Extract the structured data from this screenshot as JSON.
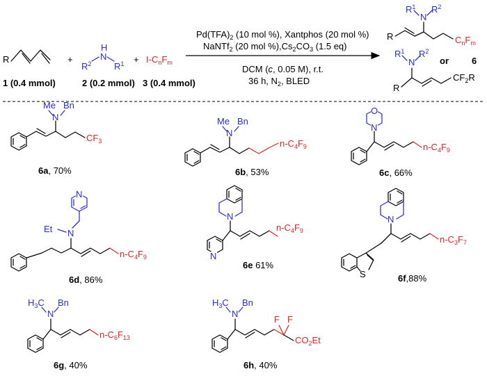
{
  "scheme": {
    "reactant1_label": "1 (0.4 mmol)",
    "reactant2_label": "2 (0.2 mmol)",
    "reactant3_label": "3 (0.4 mmol)",
    "reactant3_formula": "I-CnFm",
    "plus": "+",
    "or": "or",
    "product_number": "6",
    "conditions_line1": "Pd(TFA)2 (10 mol %), Xantphos (20 mol %)",
    "conditions_line2": "NaNTf2 (20 mol %),Cs2CO3 (1.5 eq)",
    "conditions_line3": "DCM (c, 0.05 M), r.t.",
    "conditions_line4": "36 h, N2, BLED",
    "r_label": "R",
    "r1": "R1",
    "r2": "R2",
    "cnfm": "CnFm",
    "cf2r": "CF2R"
  },
  "products": [
    {
      "id": "6a",
      "yield": ", 70%",
      "amine": "Me-N-Bn",
      "tail": "CF3"
    },
    {
      "id": "6b",
      "yield": ", 53%",
      "amine": "Me-N-Bn",
      "tail": "n-C4F9"
    },
    {
      "id": "6c",
      "yield": ", 66%",
      "amine": "morpholine",
      "tail": "n-C4F9"
    },
    {
      "id": "6d",
      "yield": ", 86%",
      "amine": "Et-N-CH2-4-pyridyl",
      "tail": "n-C4F9"
    },
    {
      "id": "6e",
      "yield": " 61%",
      "amine": "tetrahydroisoquinoline",
      "tail": "n-C4F9"
    },
    {
      "id": "6f",
      "yield": ",88%",
      "amine": "tetrahydroisoquinoline",
      "tail": "n-C3F7"
    },
    {
      "id": "6g",
      "yield": ", 40%",
      "amine": "H3C-N-Bn",
      "tail": "n-C6F13"
    },
    {
      "id": "6h",
      "yield": ", 40%",
      "amine": "H3C-N-Bn",
      "tail": "CF2CO2Et"
    }
  ],
  "atoms": {
    "me": "Me",
    "bn": "Bn",
    "n": "N",
    "o": "O",
    "s": "S",
    "et": "Et",
    "h3c": "H3C",
    "f": "F",
    "h": "H",
    "cf3": "CF3",
    "nc4f9": "n-C4F9",
    "nc3f7": "n-C3F7",
    "nc6f13": "n-C6F13",
    "co2et": "CO2Et"
  }
}
